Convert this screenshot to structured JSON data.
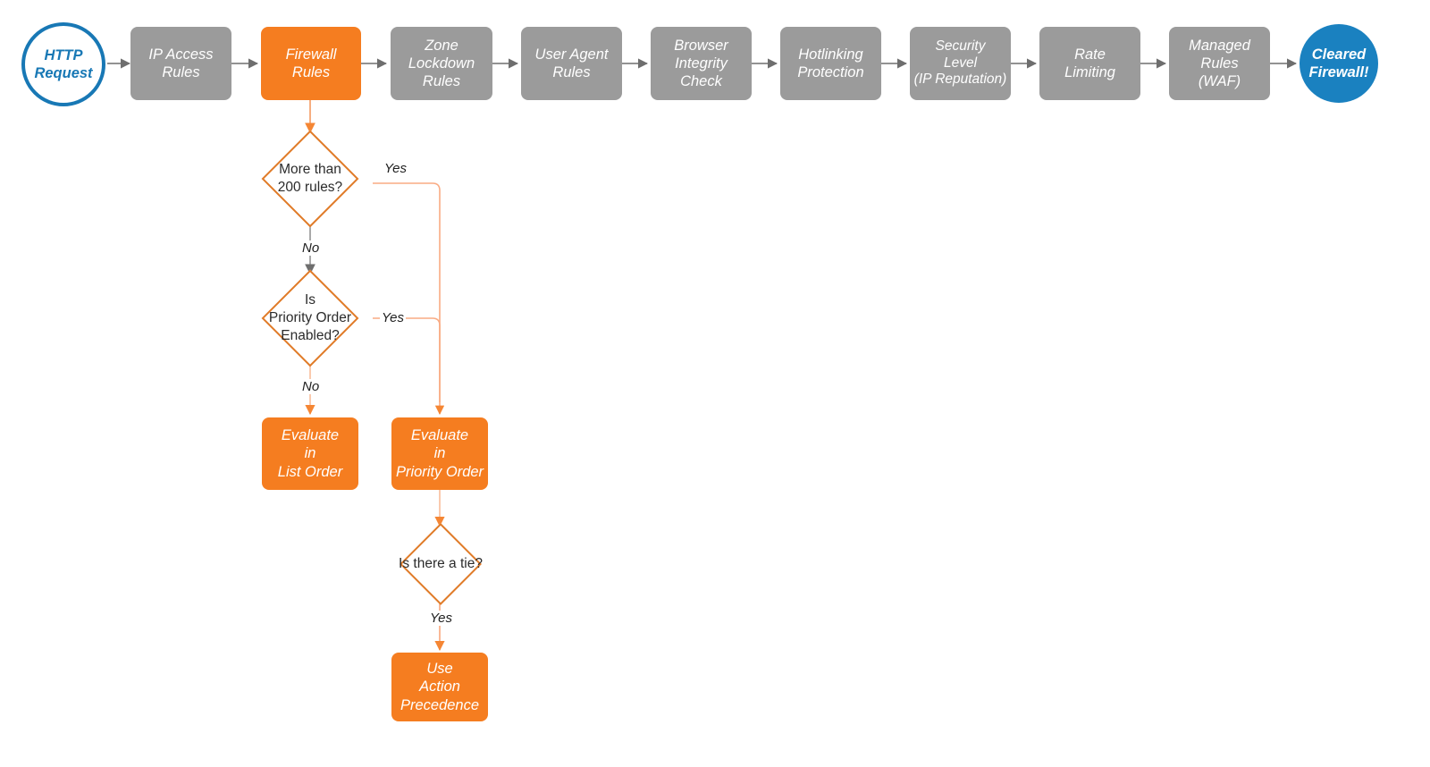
{
  "diagram": {
    "title": "Cloudflare Firewall Rules Evaluation Order",
    "colors": {
      "gray_fill": "#9b9b9b",
      "orange_fill": "#f57d20",
      "blue_start_stroke": "#1878b5",
      "blue_end_fill": "#1a81c0",
      "diamond_stroke": "#e07b28",
      "gray_connector": "#6e6e6e",
      "orange_connector": "#f59f6b"
    }
  },
  "pipeline": [
    {
      "id": "http-request",
      "label": "HTTP\nRequest",
      "shape": "circle",
      "style": "start"
    },
    {
      "id": "ip-access-rules",
      "label": "IP Access\nRules",
      "shape": "box",
      "style": "gray"
    },
    {
      "id": "firewall-rules",
      "label": "Firewall\nRules",
      "shape": "box",
      "style": "orange"
    },
    {
      "id": "zone-lockdown-rules",
      "label": "Zone\nLockdown\nRules",
      "shape": "box",
      "style": "gray"
    },
    {
      "id": "user-agent-rules",
      "label": "User Agent\nRules",
      "shape": "box",
      "style": "gray"
    },
    {
      "id": "browser-integrity",
      "label": "Browser\nIntegrity\nCheck",
      "shape": "box",
      "style": "gray"
    },
    {
      "id": "hotlinking",
      "label": "Hotlinking\nProtection",
      "shape": "box",
      "style": "gray"
    },
    {
      "id": "security-level",
      "label": "Security\nLevel\n(IP Reputation)",
      "shape": "box",
      "style": "gray"
    },
    {
      "id": "rate-limiting",
      "label": "Rate\nLimiting",
      "shape": "box",
      "style": "gray"
    },
    {
      "id": "managed-rules",
      "label": "Managed\nRules\n(WAF)",
      "shape": "box",
      "style": "gray"
    },
    {
      "id": "cleared-firewall",
      "label": "Cleared\nFirewall!",
      "shape": "circle",
      "style": "end"
    }
  ],
  "branch": {
    "decisions": [
      {
        "id": "more-than-200-rules",
        "label": "More than\n200 rules?"
      },
      {
        "id": "priority-order-enabled",
        "label": "Is\nPriority Order\nEnabled?"
      },
      {
        "id": "is-there-a-tie",
        "label": "Is there a tie?"
      }
    ],
    "actions": [
      {
        "id": "evaluate-list-order",
        "label": "Evaluate\nin\nList Order"
      },
      {
        "id": "evaluate-priority-order",
        "label": "Evaluate\nin\nPriority Order"
      },
      {
        "id": "use-action-precedence",
        "label": "Use\nAction\nPrecedence"
      }
    ],
    "edge_labels": [
      {
        "id": "yes-more-than-200",
        "text": "Yes"
      },
      {
        "id": "no-more-than-200",
        "text": "No"
      },
      {
        "id": "yes-priority-order",
        "text": "Yes"
      },
      {
        "id": "no-priority-order",
        "text": "No"
      },
      {
        "id": "yes-tie",
        "text": "Yes"
      }
    ]
  }
}
